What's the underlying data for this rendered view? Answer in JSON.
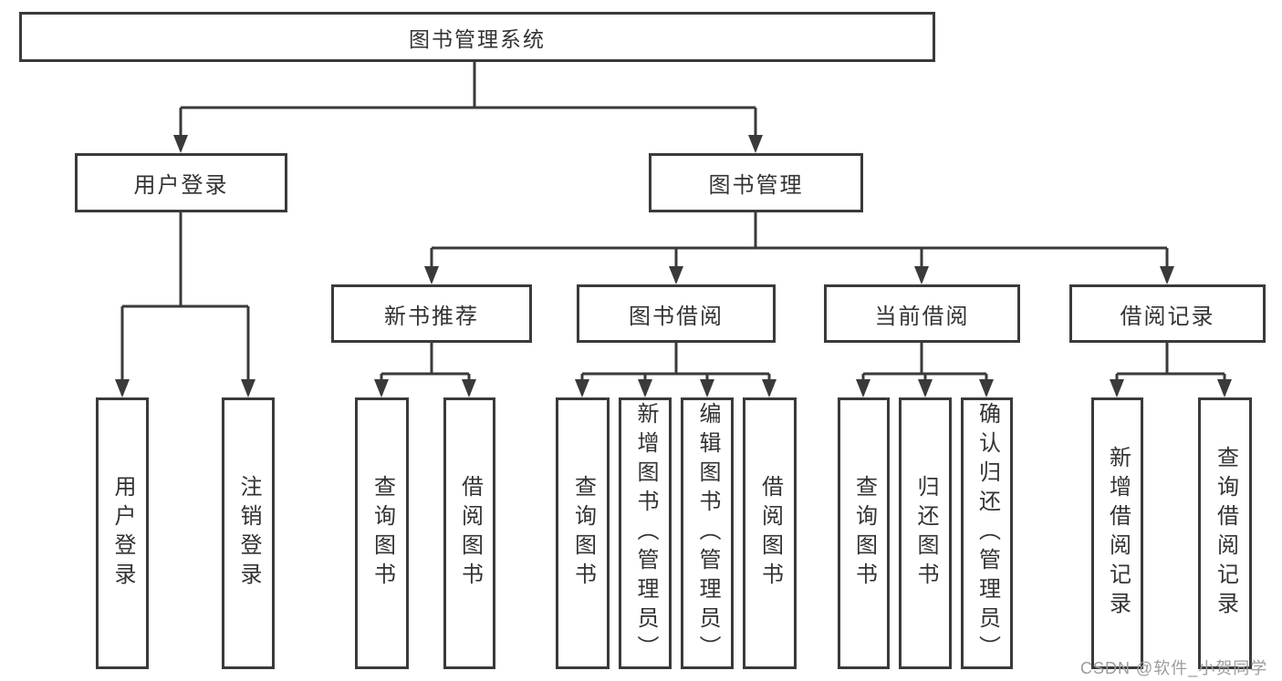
{
  "diagram": {
    "tree": {
      "label": "图书管理系统",
      "children": [
        {
          "label": "用户登录",
          "children": [
            {
              "label": "用户登录"
            },
            {
              "label": "注销登录"
            }
          ]
        },
        {
          "label": "图书管理",
          "children": [
            {
              "label": "新书推荐",
              "children": [
                {
                  "label": "查询图书"
                },
                {
                  "label": "借阅图书"
                }
              ]
            },
            {
              "label": "图书借阅",
              "children": [
                {
                  "label": "查询图书"
                },
                {
                  "label": "新增图书（管理员）"
                },
                {
                  "label": "编辑图书（管理员）"
                },
                {
                  "label": "借阅图书"
                }
              ]
            },
            {
              "label": "当前借阅",
              "children": [
                {
                  "label": "查询图书"
                },
                {
                  "label": "归还图书"
                },
                {
                  "label": "确认归还（管理员）"
                }
              ]
            },
            {
              "label": "借阅记录",
              "children": [
                {
                  "label": "新增借阅记录"
                },
                {
                  "label": "查询借阅记录"
                }
              ]
            }
          ]
        }
      ]
    }
  },
  "watermark": {
    "text": "CSDN @软件_小贺同学"
  },
  "colors": {
    "line": "#3a3a3a",
    "box_border": "#3a3a3a",
    "text": "#333333",
    "watermark": "#9c9c9c",
    "background": "#ffffff"
  }
}
